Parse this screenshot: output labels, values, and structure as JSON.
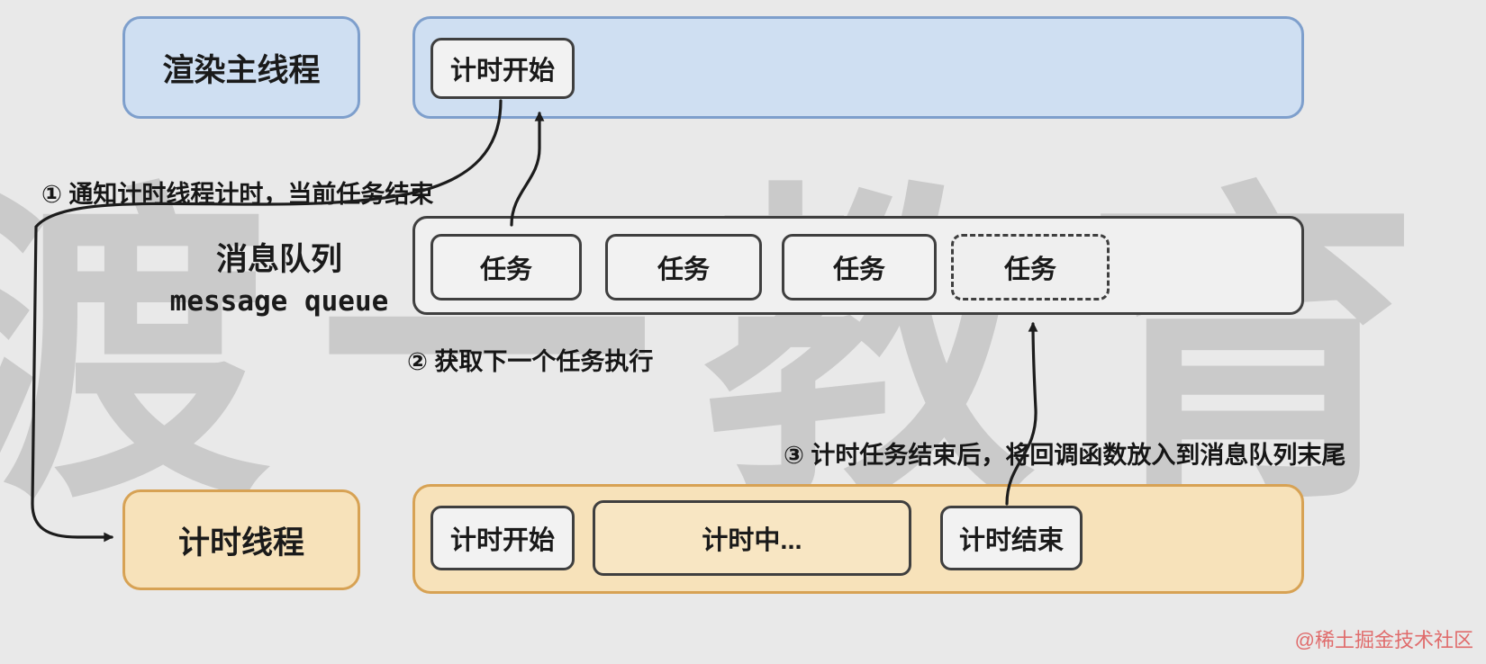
{
  "colors": {
    "background": "#e9e9e9",
    "blue_fill": "#cfdff2",
    "blue_border": "#7e9fcc",
    "orange_fill": "#f7e2ba",
    "orange_border": "#d7a254",
    "box_border": "#3f3f3f",
    "arrow": "#1c1c1c",
    "credit": "#e06c6c"
  },
  "render_thread": {
    "label": "渲染主线程",
    "timer_start": "计时开始"
  },
  "queue": {
    "label_cn": "消息队列",
    "label_en": "message queue",
    "tasks": [
      "任务",
      "任务",
      "任务",
      "任务"
    ]
  },
  "timer_thread": {
    "label": "计时线程",
    "start": "计时开始",
    "running": "计时中...",
    "end": "计时结束"
  },
  "annotations": {
    "step1": "① 通知计时线程计时，当前任务结束",
    "step2": "② 获取下一个任务执行",
    "step3": "③ 计时任务结束后，将回调函数放入到消息队列末尾"
  },
  "watermark": "渡一教育",
  "credit": "@稀土掘金技术社区"
}
